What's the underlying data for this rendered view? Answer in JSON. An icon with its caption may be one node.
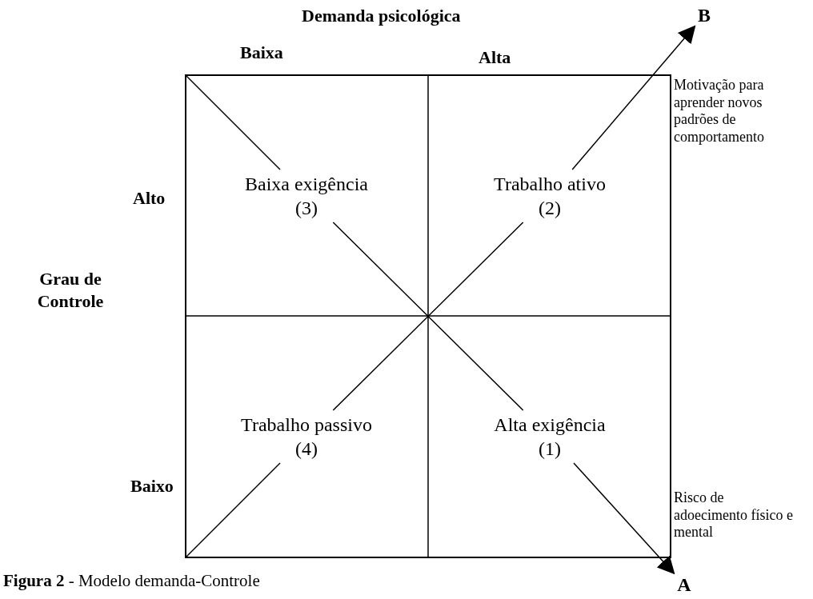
{
  "diagram": {
    "caption": "**Figura 2** - Modelo demanda-Controle",
    "nodes": [
      {
        "text": [
          "Baixa exigência",
          "(3)"
        ]
      },
      {
        "text": [
          "Trabalho ativo",
          "(2)"
        ]
      },
      {
        "text": [
          "Trabalho passivo",
          "(4)"
        ]
      },
      {
        "text": [
          "Alta exigência",
          "(1)"
        ]
      },
      {
        "text": [
          "B"
        ]
      },
      {
        "text": [
          "A"
        ]
      }
    ],
    "edges": [
      {
        "from": null,
        "to": 0,
        "arrow": "none"
      },
      {
        "from": 0,
        "to": 3,
        "arrow": "none"
      },
      {
        "from": 3,
        "to": 5,
        "arrow": "to"
      },
      {
        "from": null,
        "to": 2,
        "arrow": "none"
      },
      {
        "from": 2,
        "to": 1,
        "arrow": "none"
      },
      {
        "from": 1,
        "to": 4,
        "arrow": "to"
      }
    ],
    "labels": [
      "Demanda psicológica",
      "Baixa",
      "Alta",
      "Motivação para aprender novos padrões de comportamento",
      "Alto",
      "Grau de Controle",
      "Baixo",
      "Risco de adoecimento físico e mental"
    ]
  }
}
